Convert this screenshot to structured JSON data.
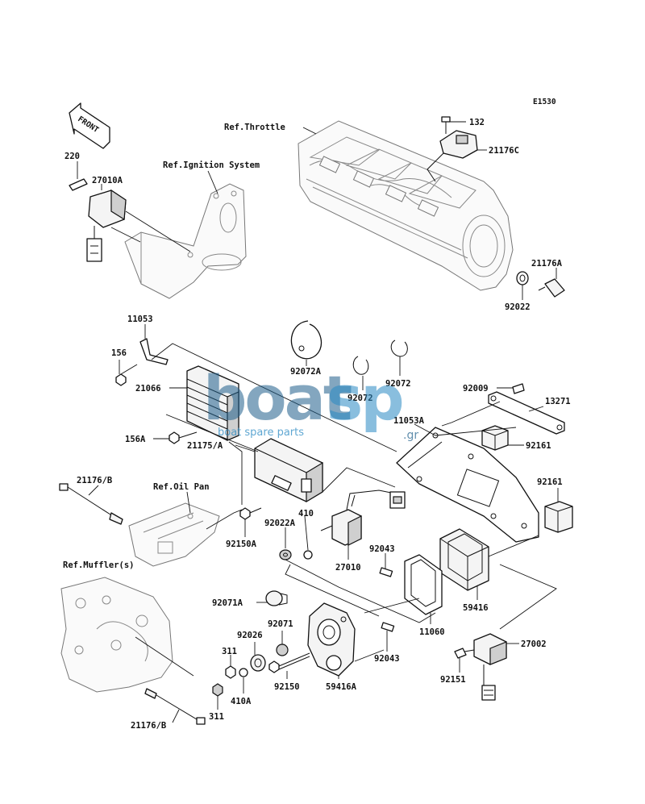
{
  "diagram_code": "E1530",
  "front_arrow": "FRONT",
  "refs": {
    "throttle": "Ref.Throttle",
    "ignition": "Ref.Ignition System",
    "oil_pan": "Ref.Oil Pan",
    "muffler": "Ref.Muffler(s)"
  },
  "parts": {
    "p132": "132",
    "p21176C": "21176C",
    "p21176A": "21176A",
    "p92022": "92022",
    "p220": "220",
    "p27010A": "27010A",
    "p11053": "11053",
    "p156": "156",
    "p21066": "21066",
    "p156A": "156A",
    "p92072A": "92072A",
    "p92072_left": "92072",
    "p92072_right": "92072",
    "p92009": "92009",
    "p13271": "13271",
    "p11053A": "11053A",
    "p92161_a": "92161",
    "p92161_b": "92161",
    "p21175A": "21175/A",
    "p21176B_top": "21176/B",
    "p92150A": "92150A",
    "p92022A": "92022A",
    "p410": "410",
    "p27010": "27010",
    "p92043_top": "92043",
    "p59416": "59416",
    "p92071A": "92071A",
    "p92026": "92026",
    "p92071": "92071",
    "p311_top": "311",
    "p311_bottom": "311",
    "p410A": "410A",
    "p92150": "92150",
    "p59416A": "59416A",
    "p11060": "11060",
    "p92043_bottom": "92043",
    "p27002": "27002",
    "p92151": "92151",
    "p21176B_bottom": "21176/B"
  },
  "watermark": {
    "brand_a": "boat",
    "brand_b": "sp",
    "tagline": "boat spare parts",
    "suffix": ".gr"
  }
}
